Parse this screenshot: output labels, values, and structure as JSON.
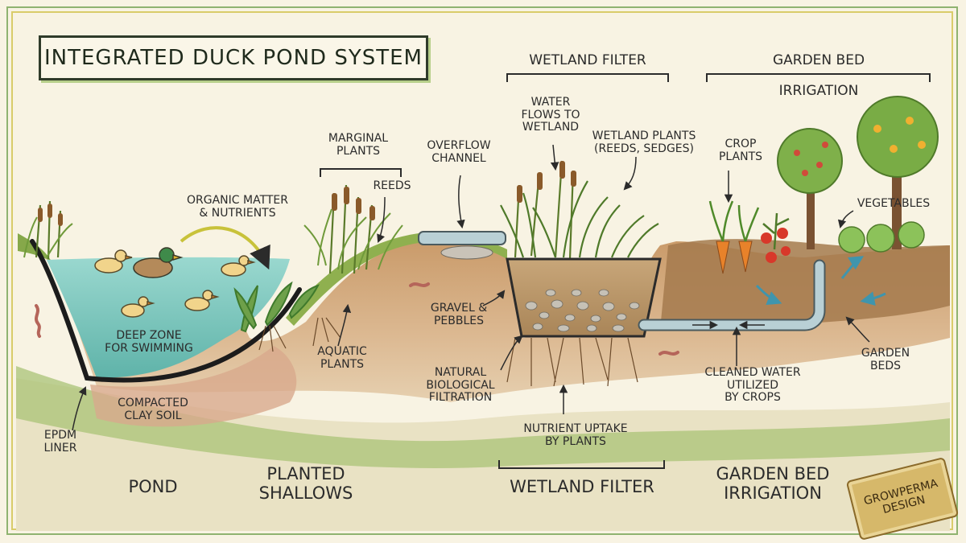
{
  "title": "INTEGRATED DUCK POND SYSTEM",
  "headers": {
    "wetland_filter": "WETLAND FILTER",
    "garden_bed": "GARDEN BED",
    "irrigation": "IRRIGATION"
  },
  "labels": {
    "organic_matter": "ORGANIC MATTER\n& NUTRIENTS",
    "marginal_plants": "MARGINAL\nPLANTS",
    "reeds": "REEDS",
    "overflow_channel": "OVERFLOW\nCHANNEL",
    "water_flows": "WATER\nFLOWS TO\nWETLAND",
    "wetland_plants": "WETLAND PLANTS\n(REEDS, SEDGES)",
    "crop_plants": "CROP\nPLANTS",
    "vegetables": "VEGETABLES",
    "deep_zone": "DEEP ZONE\nFOR SWIMMING",
    "aquatic_plants": "AQUATIC\nPLANTS",
    "gravel": "GRAVEL &\nPEBBLES",
    "natural_filtration": "NATURAL\nBIOLOGICAL\nFILTRATION",
    "compacted_clay": "COMPACTED\nCLAY SOIL",
    "epdm_liner": "EPDM\nLINER",
    "nutrient_uptake": "NUTRIENT UPTAKE\nBY PLANTS",
    "cleaned_water": "CLEANED WATER\nUTILIZED\nBY CROPS",
    "garden_beds": "GARDEN\nBEDS"
  },
  "sections": {
    "pond": "POND",
    "planted_shallows": "PLANTED\nSHALLOWS",
    "wetland_filter": "WETLAND FILTER",
    "garden_bed_irrigation": "GARDEN BED\nIRRIGATION"
  },
  "logo": "GROWPERMA\nDESIGN",
  "colors": {
    "water": "#7fc9c0",
    "soil_light": "#d9b48a",
    "soil_dark": "#9a6b42",
    "grass": "#8fb04f",
    "liner": "#1c1c1c",
    "gravel": "#b7b2a8",
    "pipe": "#a9c7cf",
    "flow_arrow": "#4fa3b8"
  },
  "icons": [
    "duck-icon",
    "cattail-icon",
    "pipe-icon",
    "carrot-icon",
    "tomato-plant-icon",
    "fruit-tree-icon",
    "lettuce-icon",
    "worm-icon"
  ]
}
